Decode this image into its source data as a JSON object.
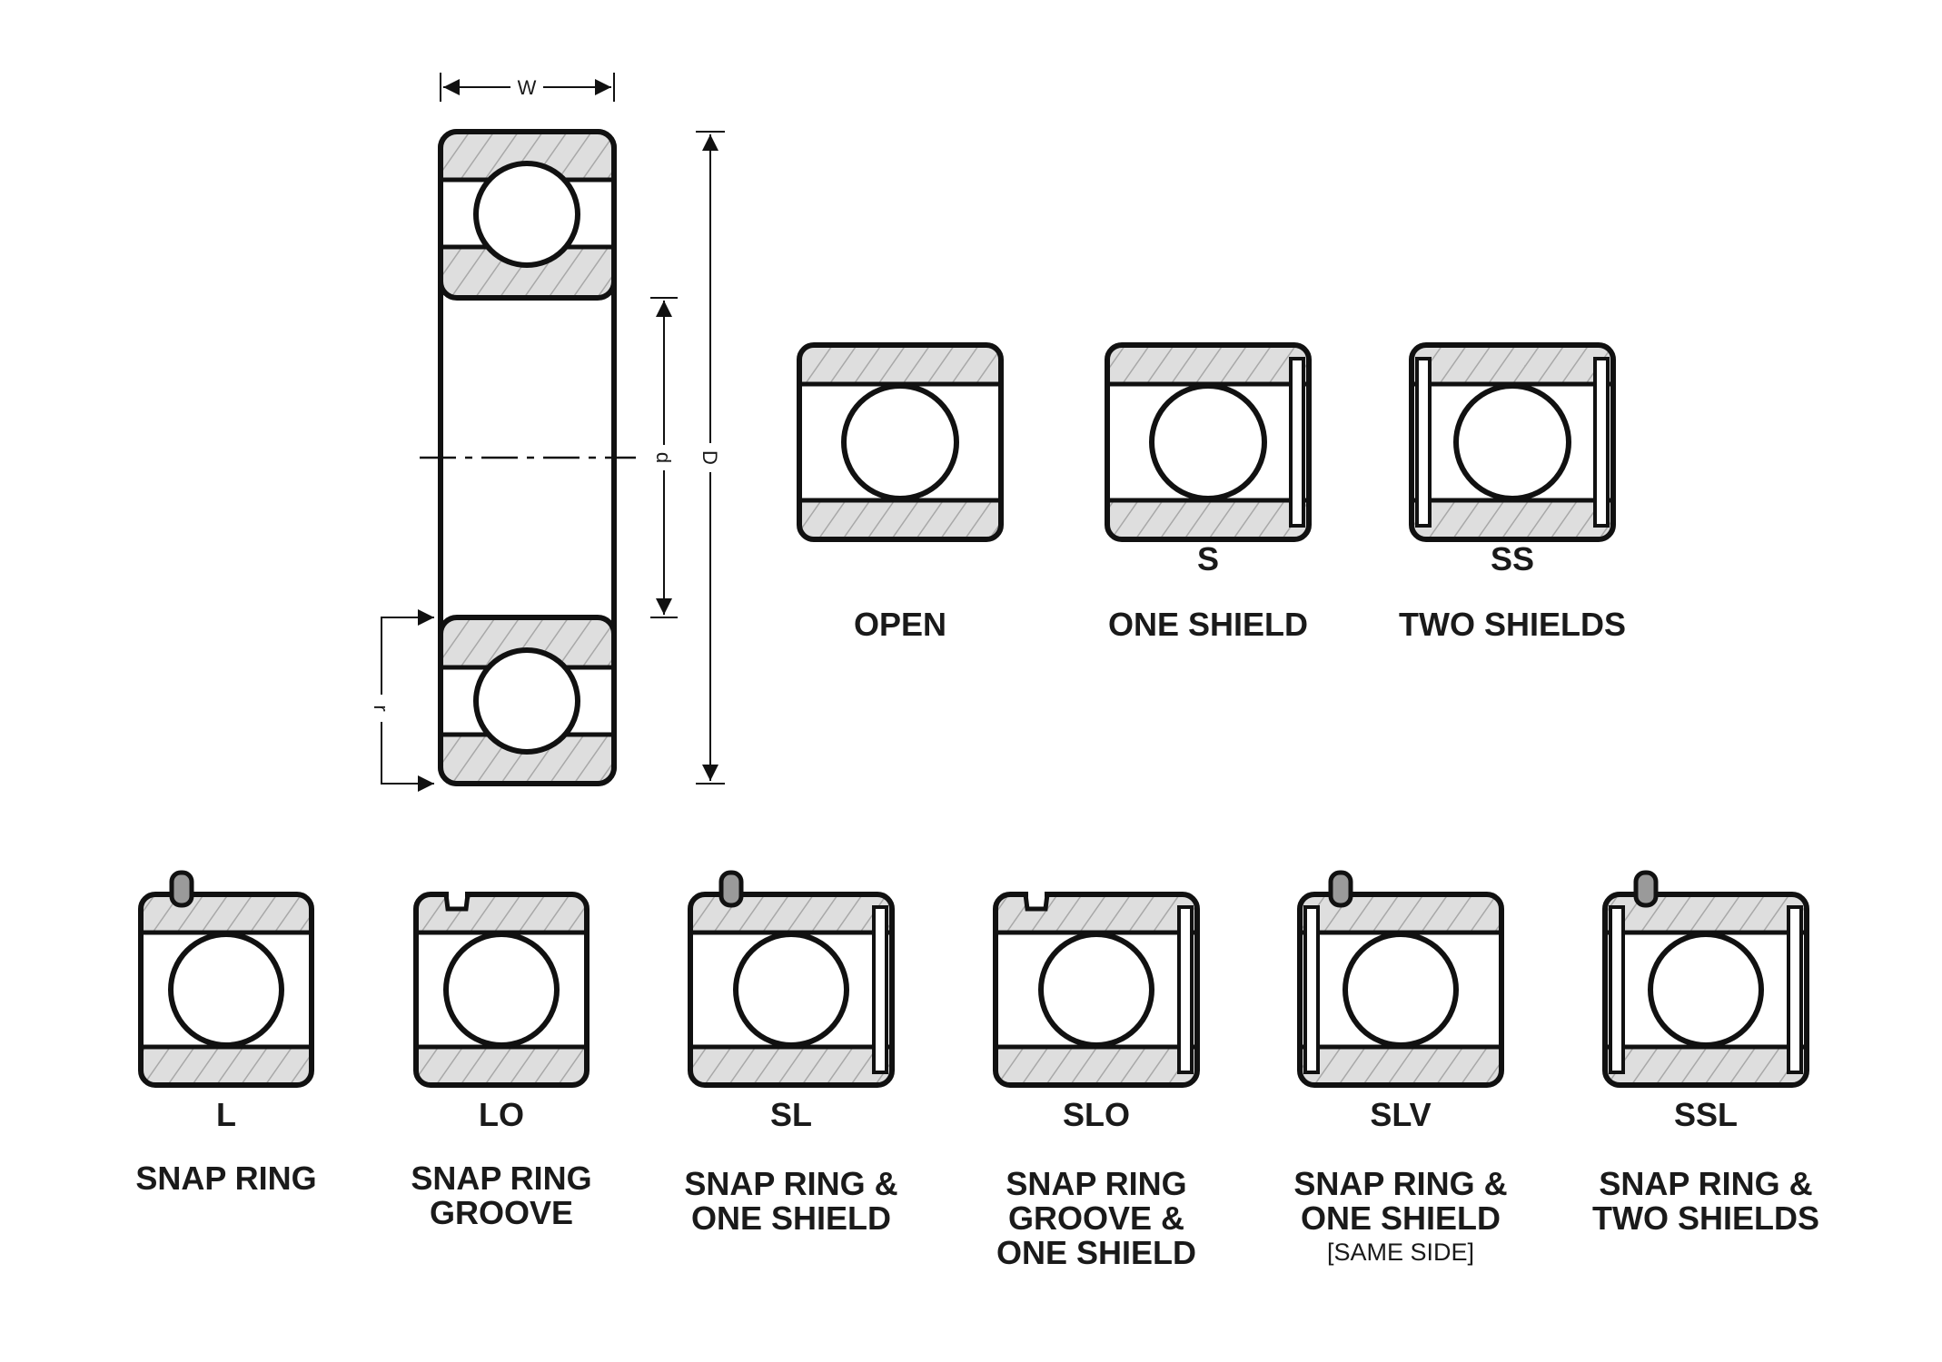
{
  "dimensions": {
    "width": "W",
    "bore": "d",
    "outer": "D",
    "radius": "r"
  },
  "styles": {
    "stroke": "#111111",
    "fill": "#dedede",
    "hatch": "#a8a8a8"
  },
  "types": [
    {
      "id": "open",
      "code": "",
      "desc": [
        "OPEN"
      ],
      "note": ""
    },
    {
      "id": "s",
      "code": "S",
      "desc": [
        "ONE SHIELD"
      ],
      "note": ""
    },
    {
      "id": "ss",
      "code": "SS",
      "desc": [
        "TWO SHIELDS"
      ],
      "note": ""
    },
    {
      "id": "l",
      "code": "L",
      "desc": [
        "SNAP RING"
      ],
      "note": ""
    },
    {
      "id": "lo",
      "code": "LO",
      "desc": [
        "SNAP RING",
        "GROOVE"
      ],
      "note": ""
    },
    {
      "id": "sl",
      "code": "SL",
      "desc": [
        "SNAP RING &",
        "ONE SHIELD"
      ],
      "note": ""
    },
    {
      "id": "slo",
      "code": "SLO",
      "desc": [
        "SNAP RING",
        "GROOVE &",
        "ONE SHIELD"
      ],
      "note": ""
    },
    {
      "id": "slv",
      "code": "SLV",
      "desc": [
        "SNAP RING &",
        "ONE SHIELD"
      ],
      "note": "[SAME SIDE]"
    },
    {
      "id": "ssl",
      "code": "SSL",
      "desc": [
        "SNAP RING &",
        "TWO SHIELDS"
      ],
      "note": ""
    }
  ]
}
